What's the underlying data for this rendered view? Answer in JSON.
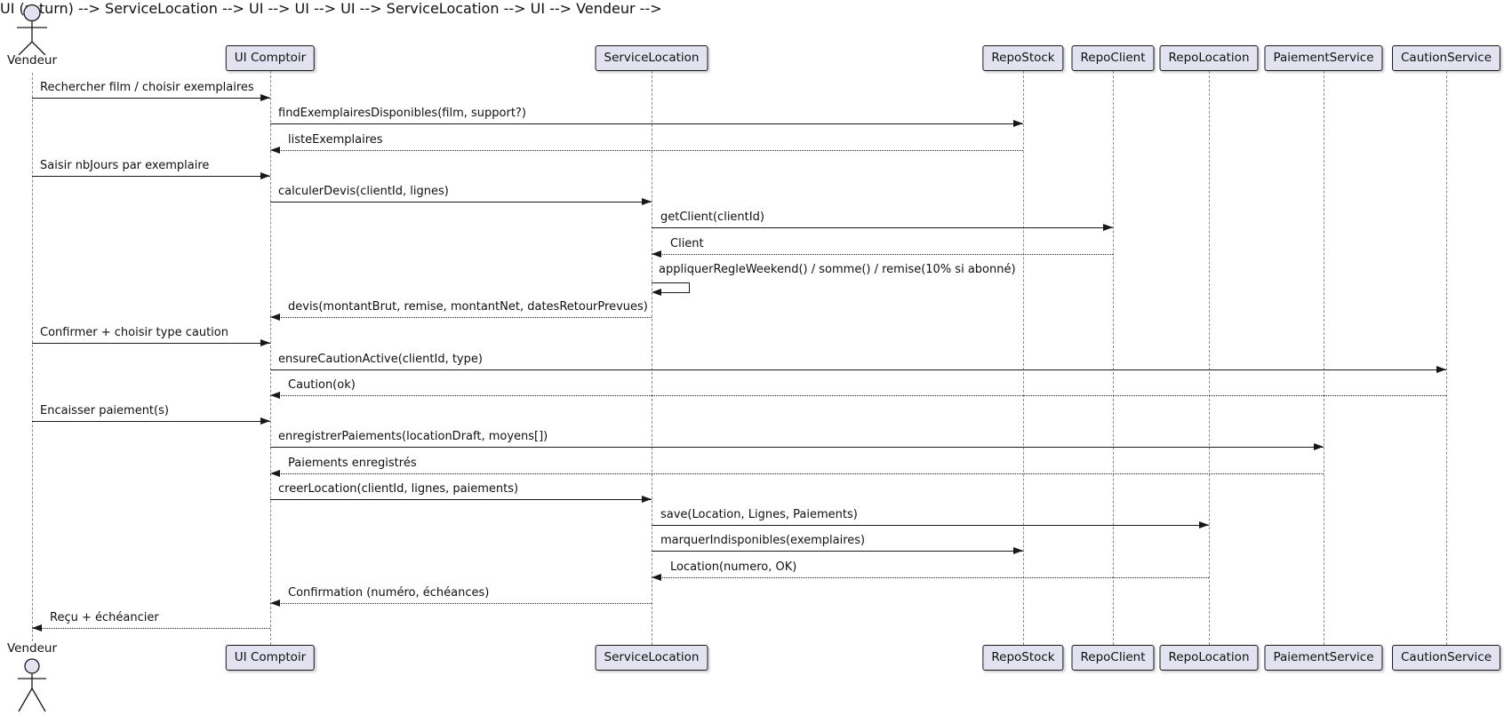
{
  "colors": {
    "participant_fill": "#E2E2F0",
    "participant_border": "#181818",
    "arrow": "#181818",
    "lifeline": "#8A8A8A",
    "background": "#FFFFFF"
  },
  "actor": {
    "name": "Vendeur"
  },
  "participants": [
    {
      "name": "UI Comptoir"
    },
    {
      "name": "ServiceLocation"
    },
    {
      "name": "RepoStock"
    },
    {
      "name": "RepoClient"
    },
    {
      "name": "RepoLocation"
    },
    {
      "name": "PaiementService"
    },
    {
      "name": "CautionService"
    }
  ],
  "messages": [
    {
      "from": "Vendeur",
      "to": "UI Comptoir",
      "label": "Rechercher film / choisir exemplaires",
      "style": "solid"
    },
    {
      "from": "UI Comptoir",
      "to": "RepoStock",
      "label": "findExemplairesDisponibles(film, support?)",
      "style": "solid"
    },
    {
      "from": "RepoStock",
      "to": "UI Comptoir",
      "label": "listeExemplaires",
      "style": "dotted"
    },
    {
      "from": "Vendeur",
      "to": "UI Comptoir",
      "label": "Saisir nbJours par exemplaire",
      "style": "solid"
    },
    {
      "from": "UI Comptoir",
      "to": "ServiceLocation",
      "label": "calculerDevis(clientId, lignes)",
      "style": "solid"
    },
    {
      "from": "ServiceLocation",
      "to": "RepoClient",
      "label": "getClient(clientId)",
      "style": "solid"
    },
    {
      "from": "RepoClient",
      "to": "ServiceLocation",
      "label": "Client",
      "style": "dotted"
    },
    {
      "from": "ServiceLocation",
      "to": "ServiceLocation",
      "label": "appliquerRegleWeekend() / somme() / remise(10% si abonné)",
      "style": "solid"
    },
    {
      "from": "ServiceLocation",
      "to": "UI Comptoir",
      "label": "devis(montantBrut, remise, montantNet, datesRetourPrevues)",
      "style": "dotted"
    },
    {
      "from": "Vendeur",
      "to": "UI Comptoir",
      "label": "Confirmer + choisir type caution",
      "style": "solid"
    },
    {
      "from": "UI Comptoir",
      "to": "CautionService",
      "label": "ensureCautionActive(clientId, type)",
      "style": "solid"
    },
    {
      "from": "CautionService",
      "to": "UI Comptoir",
      "label": "Caution(ok)",
      "style": "dotted"
    },
    {
      "from": "Vendeur",
      "to": "UI Comptoir",
      "label": "Encaisser paiement(s)",
      "style": "solid"
    },
    {
      "from": "UI Comptoir",
      "to": "PaiementService",
      "label": "enregistrerPaiements(locationDraft, moyens[])",
      "style": "solid"
    },
    {
      "from": "PaiementService",
      "to": "UI Comptoir",
      "label": "Paiements enregistrés",
      "style": "dotted"
    },
    {
      "from": "UI Comptoir",
      "to": "ServiceLocation",
      "label": "creerLocation(clientId, lignes, paiements)",
      "style": "solid"
    },
    {
      "from": "ServiceLocation",
      "to": "RepoLocation",
      "label": "save(Location, Lignes, Paiements)",
      "style": "solid"
    },
    {
      "from": "ServiceLocation",
      "to": "RepoStock",
      "label": "marquerIndisponibles(exemplaires)",
      "style": "solid"
    },
    {
      "from": "RepoLocation",
      "to": "ServiceLocation",
      "label": "Location(numero, OK)",
      "style": "dotted"
    },
    {
      "from": "ServiceLocation",
      "to": "UI Comptoir",
      "label": "Confirmation (numéro, échéances)",
      "style": "dotted"
    },
    {
      "from": "UI Comptoir",
      "to": "Vendeur",
      "label": "Reçu + échéancier",
      "style": "dotted"
    }
  ]
}
